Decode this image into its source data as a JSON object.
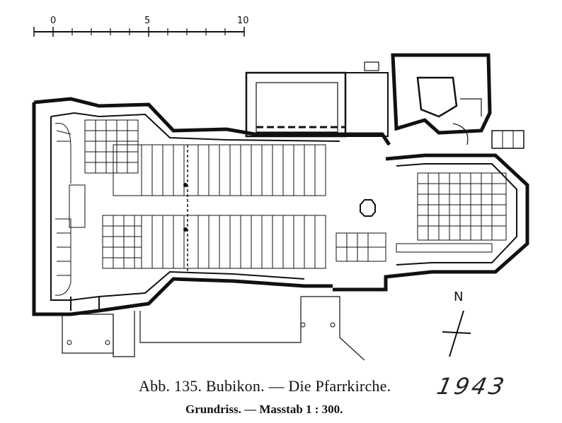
{
  "scale_bar": {
    "labels": [
      "0",
      "5",
      "10"
    ]
  },
  "compass": {
    "north_label": "N"
  },
  "caption": {
    "title": "Abb. 135. Bubikon. — Die Pfarrkirche.",
    "subtitle": "Grundriss. — Masstab 1 : 300.",
    "handwritten_year": "1943"
  }
}
